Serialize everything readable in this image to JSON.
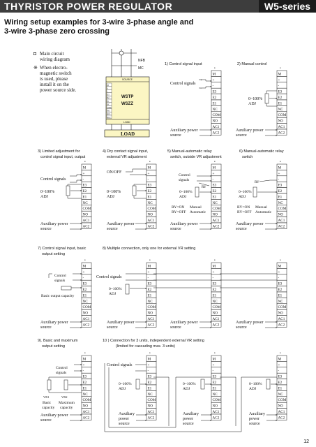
{
  "header": {
    "title": "THYRISTOR POWER REGULATOR",
    "series": "W5-series"
  },
  "subtitle": {
    "line1": "Wiring setup examples for 3-wire 3-phase angle and",
    "line2": "3-wire 3-phase zero crossing"
  },
  "page_number": "12",
  "terminals": [
    "M",
    "+",
    "-",
    "E3",
    "E2",
    "E1",
    "NC",
    "COM",
    "NO",
    "AC1",
    "AC2"
  ],
  "intro": {
    "note1": [
      "Main circuit",
      "wiring diagram"
    ],
    "note2": [
      "When electro-",
      "magnetic switch",
      "is used, please",
      "install it on the",
      "power source side."
    ],
    "nfb": "NFB",
    "mc": "MC",
    "model1": "WSTP",
    "model2": "WSZZ",
    "load": "LOAD",
    "load_small": "LOAD",
    "source_small": "SOURCE"
  },
  "captions": {
    "c1": "1) Control signal input",
    "c2": "2) Manual control",
    "c3a": "3) Limited adjustment for",
    "c3b": "control signal input, output",
    "c4a": "4) Dry contact signal input,",
    "c4b": "external VR adjustment",
    "c5a": "5) Manual-automatic relay",
    "c5b": "switch, outside VR adjustment",
    "c6a": "6) Manual-automatic relay",
    "c6b": "switch",
    "c7a": "7) Control signal input, basic",
    "c7b": "output setting",
    "c8": "8) Multiple connection, only one for external VR setting",
    "c9a": "9). Basic and maximum",
    "c9b": "output setting",
    "c10a": "10 ) Connection for 3 units, independent external VR setting",
    "c10b": "(limited for cascading max. 3 units)"
  },
  "labels": {
    "control_signals": "Control signals",
    "control": "Control",
    "signals": "signals",
    "adj_pct": "0~100%",
    "adj": "ADJ",
    "aux_power": "Auxiliary power",
    "aux": "Auxiliary",
    "power": "power",
    "source": "source",
    "on_off": "ON/OFF",
    "ry": "RY",
    "ry_on": "RY=ON",
    "ry_off": "RY=OFF",
    "manual": "Manual",
    "automatic": "Automatic",
    "basic_output_capacity": "Basic output capacity",
    "vr1": "VR1",
    "vr2": "VR2",
    "basic": "Basic",
    "maximum": "Maximum",
    "capacity": "capacity"
  }
}
